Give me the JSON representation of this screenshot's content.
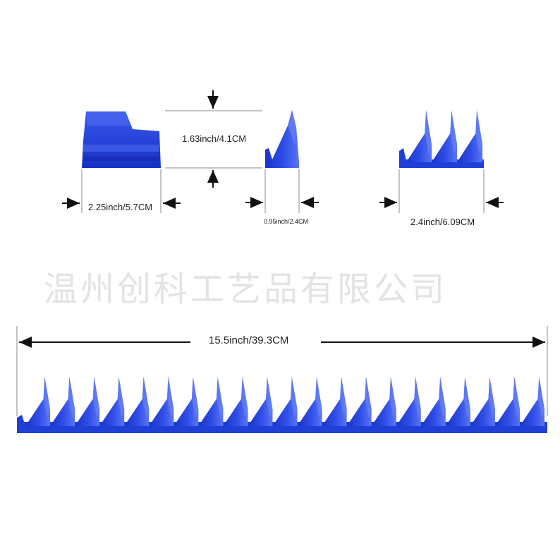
{
  "dimensions": {
    "height_label": "1.63inch/4.1CM",
    "width_top_view": "2.25inch/5.7CM",
    "width_side_view": "0.95inch/2.4CM",
    "width_three_view": "2.4inch/6.09CM",
    "total_length": "15.5inch/39.3CM"
  },
  "watermark": "温州创科工艺品有限公司",
  "colors": {
    "product_blue": "#1f3fd6",
    "product_dark": "#1530b0",
    "product_light": "#4a66ee",
    "line": "#111111",
    "guide": "#666666"
  },
  "rack": {
    "teeth_count": 21
  }
}
